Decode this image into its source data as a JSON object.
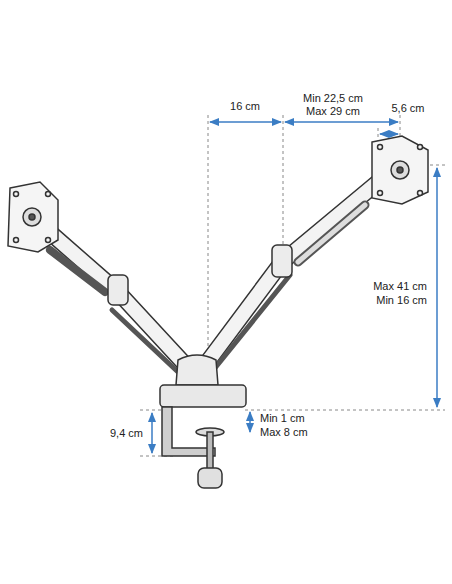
{
  "diagram": {
    "labels": [
      "16 cm",
      "Min 22,5 cm",
      "Max 29 cm",
      "5,6 cm",
      "Max 41 cm",
      "Min 16 cm",
      "9,4 cm",
      "Min 1 cm",
      "Max 8 cm"
    ]
  }
}
